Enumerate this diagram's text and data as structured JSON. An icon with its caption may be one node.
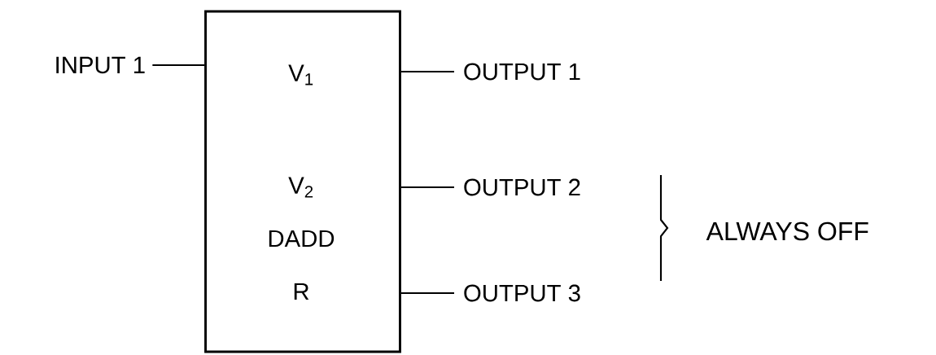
{
  "diagram": {
    "nodes": [
      {
        "text": [
          "V$_{1}$",
          "V$_{2}$",
          "DADD",
          "R"
        ]
      },
      {
        "text": [
          "INPUT 1"
        ]
      },
      {
        "text": [
          "OUTPUT 1"
        ]
      },
      {
        "text": [
          "OUTPUT 2"
        ]
      },
      {
        "text": [
          "OUTPUT 3"
        ]
      }
    ],
    "edges": [
      {
        "from": 1,
        "to": 0,
        "arrow": "none"
      },
      {
        "from": 0,
        "to": 2,
        "arrow": "none"
      },
      {
        "from": 0,
        "to": 3,
        "arrow": "none"
      },
      {
        "from": 0,
        "to": 4,
        "arrow": "none"
      }
    ],
    "labels": [
      "ALWAYS OFF"
    ]
  }
}
